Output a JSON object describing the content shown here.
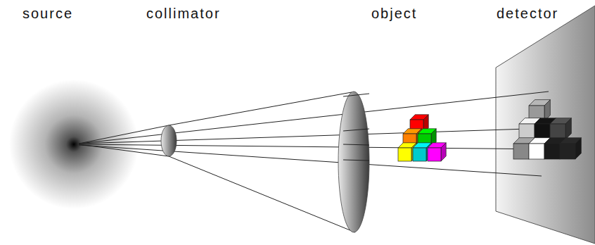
{
  "diagram": {
    "labels": [
      "source",
      "collimator",
      "object",
      "detector"
    ]
  }
}
